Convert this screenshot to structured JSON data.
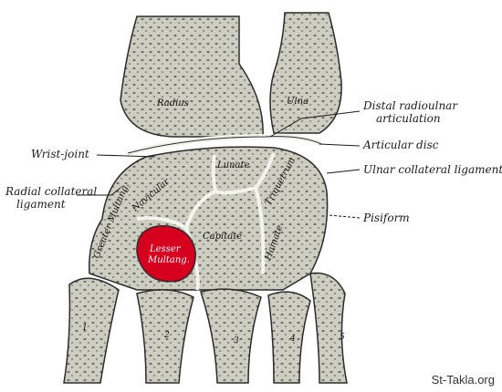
{
  "colors": {
    "bone": "#cfcfc3",
    "bone_dark": "#8f8f84",
    "outline": "#2b2b2b",
    "highlight": "#d6001e",
    "cartilage": "#f4f4ee"
  },
  "labels": {
    "distal_radioulnar_1": "Distal radioulnar",
    "distal_radioulnar_2": "articulation",
    "articular_disc": "Articular disc",
    "ulnar_collateral": "Ulnar collateral ligament",
    "pisiform": "Pisiform",
    "wrist_joint": "Wrist-joint",
    "radial_collateral_1": "Radial collateral",
    "radial_collateral_2": "ligament"
  },
  "bones": {
    "radius": "Radius",
    "ulna": "Ulna",
    "lunate": "Lunate",
    "navicular": "Navicular",
    "triquetrum": "Triquetrum",
    "capitate": "Capitate",
    "hamate": "Hamate",
    "greater_multang": "Greater Multang.",
    "lesser_multang_1": "Lesser",
    "lesser_multang_2": "Multang."
  },
  "metacarpals": [
    "1",
    "2",
    "3",
    "4",
    "5"
  ],
  "watermark": "St-Takla.org"
}
